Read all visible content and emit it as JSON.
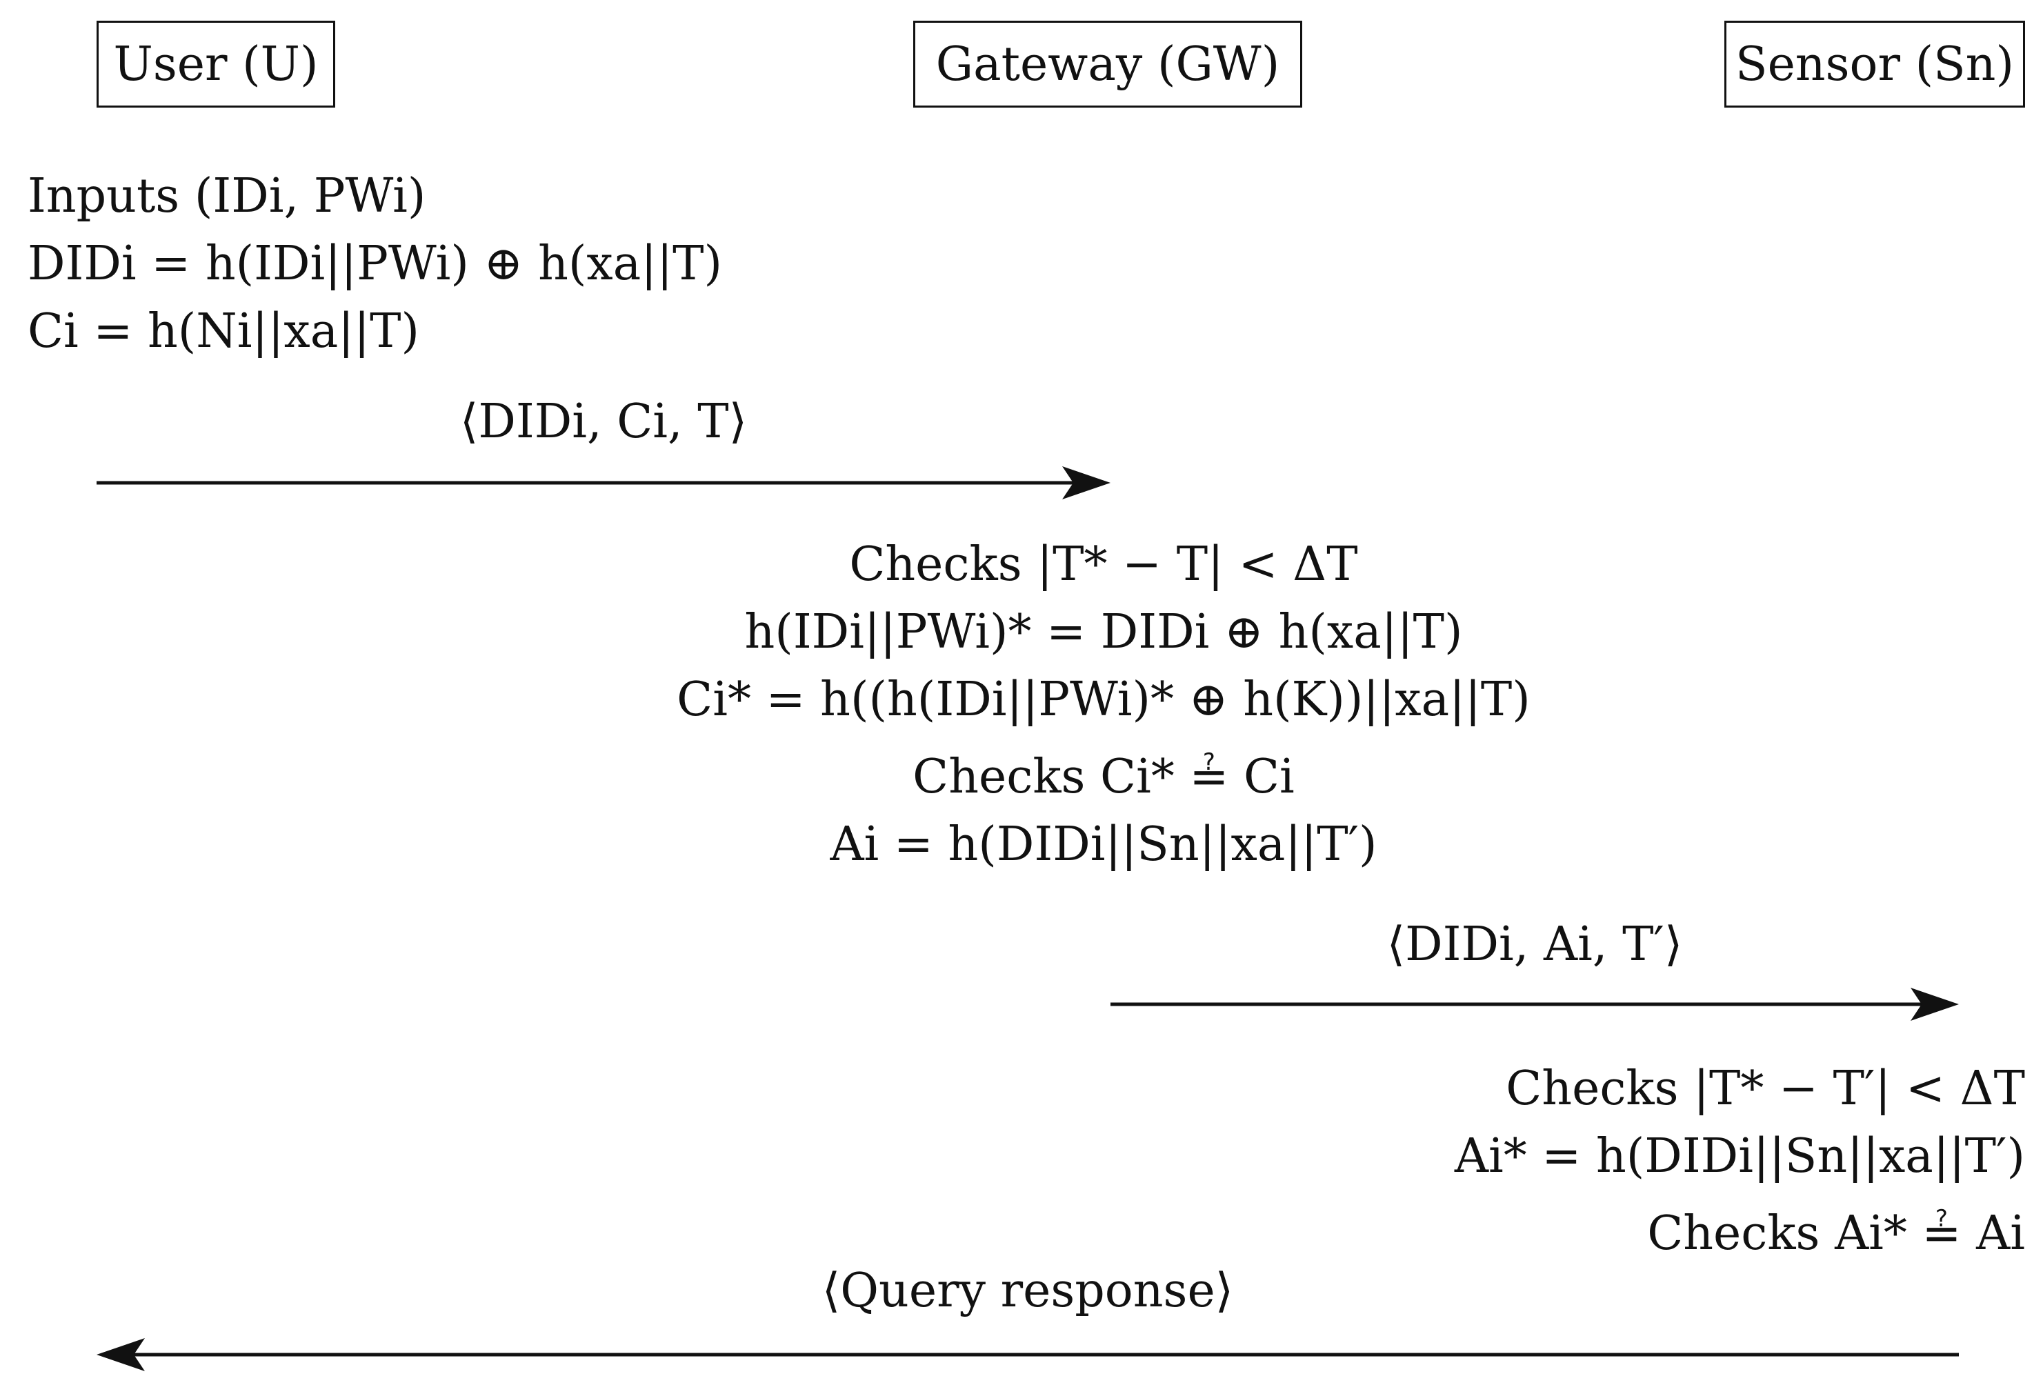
{
  "parties": {
    "user": "User (U)",
    "gateway": "Gateway (GW)",
    "sensor": "Sensor (Sn)"
  },
  "user_steps": [
    "Inputs (IDi, PWi)",
    "DIDi = h(IDi||PWi) ⊕ h(xa||T)",
    "Ci = h(Ni||xa||T)"
  ],
  "messages": {
    "m1": "⟨DIDi, Ci, T⟩",
    "m2": "⟨DIDi, Ai, T′⟩",
    "m3": "⟨Query response⟩"
  },
  "gateway_steps": [
    "Checks |T* − T| < ΔT",
    "h(IDi||PWi)* = DIDi ⊕ h(xa||T)",
    "Ci* = h((h(IDi||PWi)* ⊕ h(K))||xa||T)",
    "Checks Ci* ≟ Ci",
    "Ai = h(DIDi||Sn||xa||T′)"
  ],
  "sensor_steps": [
    "Checks |T* − T′| < ΔT",
    "Ai* = h(DIDi||Sn||xa||T′)",
    "Checks Ai* ≟ Ai"
  ]
}
